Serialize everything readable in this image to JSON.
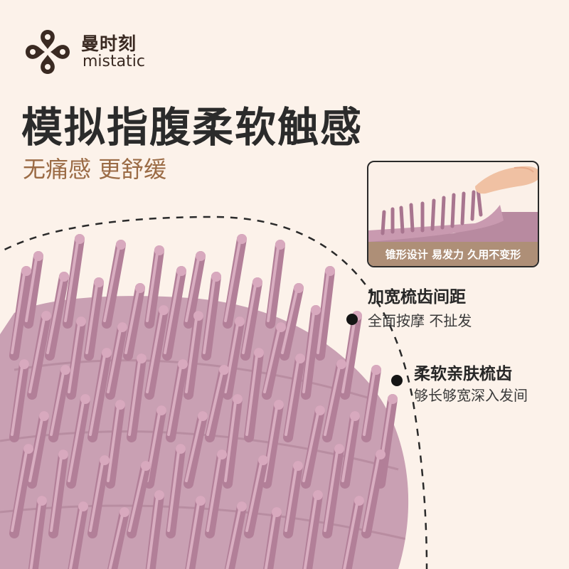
{
  "brand": {
    "name_cn": "曼时刻",
    "name_en": "mistatic"
  },
  "headline": "模拟指腹柔软触感",
  "subline": "无痛感 更舒缓",
  "inset": {
    "caption": "锥形设计 易发力 久用不变形"
  },
  "features": [
    {
      "title": "加宽梳齿间距",
      "desc": "全面按摩 不扯发"
    },
    {
      "title": "柔软亲肤梳齿",
      "desc": "够长够宽深入发间"
    }
  ],
  "colors": {
    "background": "#fcf2ea",
    "brush": "#c493a9",
    "accent_text": "#9b6b45",
    "caption_bg": "#ae8f77"
  }
}
